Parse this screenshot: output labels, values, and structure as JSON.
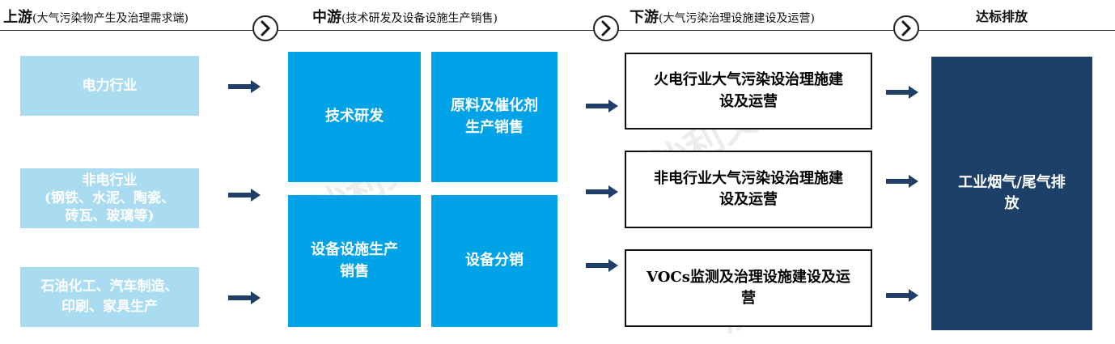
{
  "stages": {
    "upstream": {
      "title": "上游",
      "subtitle": "(大气污染物产生及治理需求端)"
    },
    "midstream": {
      "title": "中游",
      "subtitle": "(技术研发及设备设施生产销售)"
    },
    "downstream": {
      "title": "下游",
      "subtitle": "(大气污染治理设施建设及运营)"
    },
    "outcome": {
      "title": "达标排放"
    }
  },
  "upstream": {
    "power": "电力行业",
    "non_power_title": "非电行业",
    "non_power_line2": "(钢铁、水泥、陶瓷、",
    "non_power_line3": "砖瓦、玻璃等)",
    "petro_line1": "石油化工、汽车制造、",
    "petro_line2": "印刷、家具生产"
  },
  "midstream": {
    "rd": "技术研发",
    "materials_line1": "原料及催化剂",
    "materials_line2": "生产销售",
    "equipment_line1": "设备设施生产",
    "equipment_line2": "销售",
    "distribution": "设备分销"
  },
  "downstream": {
    "thermal_line1": "火电行业大气污染设治理施建",
    "thermal_line2": "设及运营",
    "non_power_line1": "非电行业大气污染设治理施建",
    "non_power_line2": "设及运营",
    "vocs_line1": "VOCs监测及治理设施建设及运",
    "vocs_line2": "营"
  },
  "outcome": {
    "line1": "工业烟气/尾气排",
    "line2": "放"
  },
  "colors": {
    "upstream_box": "#a9dcf1",
    "midstream_box": "#00a3e8",
    "outcome_box": "#1d4068",
    "arrow": "#1f3f68"
  },
  "watermark": "沙利文"
}
